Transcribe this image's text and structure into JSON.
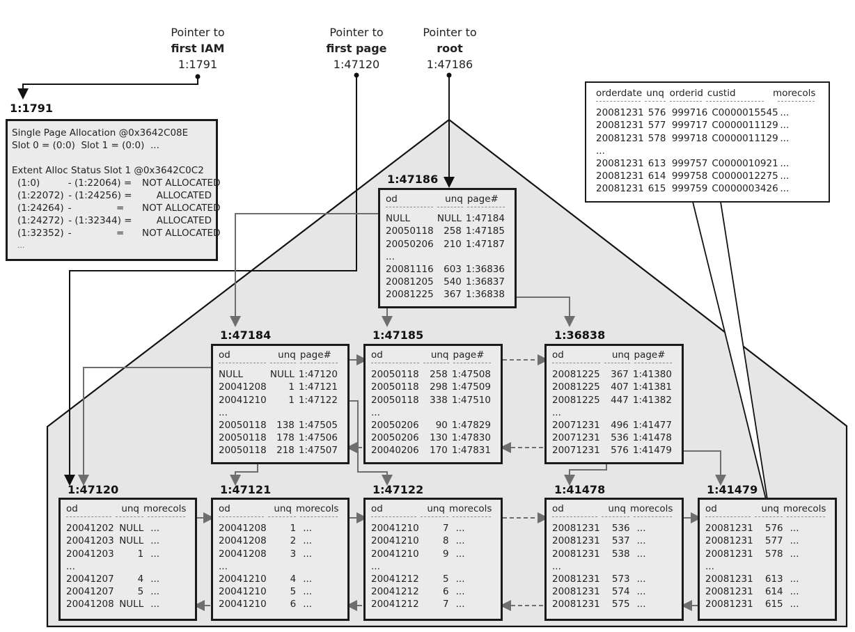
{
  "pointers": [
    {
      "id": "iam",
      "line1": "Pointer to",
      "line2": "first IAM",
      "value": "1:1791"
    },
    {
      "id": "first",
      "line1": "Pointer to",
      "line2": "first page",
      "value": "1:47120"
    },
    {
      "id": "root",
      "line1": "Pointer to",
      "line2": "root",
      "value": "1:47186"
    }
  ],
  "iam_page": {
    "title": "1:1791",
    "lines": [
      "Single Page Allocation @0x3642C08E",
      "Slot 0 = (0:0)  Slot 1 = (0:0)  ...",
      "",
      "Extent Alloc Status Slot 1 @0x3642C0C2"
    ],
    "extents": [
      {
        "from": "(1:0)",
        "to": "- (1:22064) =",
        "status": "NOT ALLOCATED"
      },
      {
        "from": "(1:22072)",
        "to": "- (1:24256) =",
        "status": "ALLOCATED"
      },
      {
        "from": "(1:24264)",
        "to": "-               =",
        "status": "NOT ALLOCATED"
      },
      {
        "from": "(1:24272)",
        "to": "- (1:32344) =",
        "status": "ALLOCATED"
      },
      {
        "from": "(1:32352)",
        "to": "-               =",
        "status": "NOT ALLOCATED"
      }
    ],
    "trailer": "..."
  },
  "callout": {
    "headers": [
      "orderdate",
      "unq",
      "orderid",
      "custid",
      "morecols"
    ],
    "rows": [
      [
        "20081231",
        "576",
        "999716",
        "C0000015545",
        "..."
      ],
      [
        "20081231",
        "577",
        "999717",
        "C0000011129",
        "..."
      ],
      [
        "20081231",
        "578",
        "999718",
        "C0000011129",
        "..."
      ],
      [
        "...",
        "",
        "",
        "",
        ""
      ],
      [
        "20081231",
        "613",
        "999757",
        "C0000010921",
        "..."
      ],
      [
        "20081231",
        "614",
        "999758",
        "C0000012275",
        "..."
      ],
      [
        "20081231",
        "615",
        "999759",
        "C0000003426",
        "..."
      ]
    ]
  },
  "pages": [
    {
      "id": "p47186",
      "title": "1:47186",
      "headers": [
        "od",
        "unq",
        "page#"
      ],
      "rows": [
        [
          "NULL",
          "NULL",
          "1:47184"
        ],
        [
          "20050118",
          "258",
          "1:47185"
        ],
        [
          "20050206",
          "210",
          "1:47187"
        ],
        [
          "...",
          "",
          ""
        ],
        [
          "20081116",
          "603",
          "1:36836"
        ],
        [
          "20081205",
          "540",
          "1:36837"
        ],
        [
          "20081225",
          "367",
          "1:36838"
        ]
      ]
    },
    {
      "id": "p47184",
      "title": "1:47184",
      "headers": [
        "od",
        "unq",
        "page#"
      ],
      "rows": [
        [
          "NULL",
          "NULL",
          "1:47120"
        ],
        [
          "20041208",
          "1",
          "1:47121"
        ],
        [
          "20041210",
          "1",
          "1:47122"
        ],
        [
          "...",
          "",
          ""
        ],
        [
          "20050118",
          "138",
          "1:47505"
        ],
        [
          "20050118",
          "178",
          "1:47506"
        ],
        [
          "20050118",
          "218",
          "1:47507"
        ]
      ]
    },
    {
      "id": "p47185",
      "title": "1:47185",
      "headers": [
        "od",
        "unq",
        "page#"
      ],
      "rows": [
        [
          "20050118",
          "258",
          "1:47508"
        ],
        [
          "20050118",
          "298",
          "1:47509"
        ],
        [
          "20050118",
          "338",
          "1:47510"
        ],
        [
          "...",
          "",
          ""
        ],
        [
          "20050206",
          "90",
          "1:47829"
        ],
        [
          "20050206",
          "130",
          "1:47830"
        ],
        [
          "20040206",
          "170",
          "1:47831"
        ]
      ]
    },
    {
      "id": "p36838",
      "title": "1:36838",
      "headers": [
        "od",
        "unq",
        "page#"
      ],
      "rows": [
        [
          "20081225",
          "367",
          "1:41380"
        ],
        [
          "20081225",
          "407",
          "1:41381"
        ],
        [
          "20081225",
          "447",
          "1:41382"
        ],
        [
          "...",
          "",
          ""
        ],
        [
          "20071231",
          "496",
          "1:41477"
        ],
        [
          "20071231",
          "536",
          "1:41478"
        ],
        [
          "20071231",
          "576",
          "1:41479"
        ]
      ]
    },
    {
      "id": "p47120",
      "title": "1:47120",
      "headers": [
        "od",
        "unq",
        "morecols"
      ],
      "rows": [
        [
          "20041202",
          "NULL",
          "..."
        ],
        [
          "20041203",
          "NULL",
          "..."
        ],
        [
          "20041203",
          "1",
          "..."
        ],
        [
          "...",
          "",
          ""
        ],
        [
          "20041207",
          "4",
          "..."
        ],
        [
          "20041207",
          "5",
          "..."
        ],
        [
          "20041208",
          "NULL",
          "..."
        ]
      ]
    },
    {
      "id": "p47121",
      "title": "1:47121",
      "headers": [
        "od",
        "unq",
        "morecols"
      ],
      "rows": [
        [
          "20041208",
          "1",
          "..."
        ],
        [
          "20041208",
          "2",
          "..."
        ],
        [
          "20041208",
          "3",
          "..."
        ],
        [
          "...",
          "",
          ""
        ],
        [
          "20041210",
          "4",
          "..."
        ],
        [
          "20041210",
          "5",
          "..."
        ],
        [
          "20041210",
          "6",
          "..."
        ]
      ]
    },
    {
      "id": "p47122",
      "title": "1:47122",
      "headers": [
        "od",
        "unq",
        "morecols"
      ],
      "rows": [
        [
          "20041210",
          "7",
          "..."
        ],
        [
          "20041210",
          "8",
          "..."
        ],
        [
          "20041210",
          "9",
          "..."
        ],
        [
          "...",
          "",
          ""
        ],
        [
          "20041212",
          "5",
          "..."
        ],
        [
          "20041212",
          "6",
          "..."
        ],
        [
          "20041212",
          "7",
          "..."
        ]
      ]
    },
    {
      "id": "p41478",
      "title": "1:41478",
      "headers": [
        "od",
        "unq",
        "morecols"
      ],
      "rows": [
        [
          "20081231",
          "536",
          "..."
        ],
        [
          "20081231",
          "537",
          "..."
        ],
        [
          "20081231",
          "538",
          "..."
        ],
        [
          "...",
          "",
          ""
        ],
        [
          "20081231",
          "573",
          "..."
        ],
        [
          "20081231",
          "574",
          "..."
        ],
        [
          "20081231",
          "575",
          "..."
        ]
      ]
    },
    {
      "id": "p41479",
      "title": "1:41479",
      "headers": [
        "od",
        "unq",
        "morecols"
      ],
      "rows": [
        [
          "20081231",
          "576",
          "..."
        ],
        [
          "20081231",
          "577",
          "..."
        ],
        [
          "20081231",
          "578",
          "..."
        ],
        [
          "...",
          "",
          ""
        ],
        [
          "20081231",
          "613",
          "..."
        ],
        [
          "20081231",
          "614",
          "..."
        ],
        [
          "20081231",
          "615",
          "..."
        ]
      ]
    }
  ],
  "colors": {
    "tree_fill": "#e6e6e6",
    "box_fill": "#ebebeb",
    "line_dark": "#111111",
    "line_gray": "#6e6e6e"
  }
}
